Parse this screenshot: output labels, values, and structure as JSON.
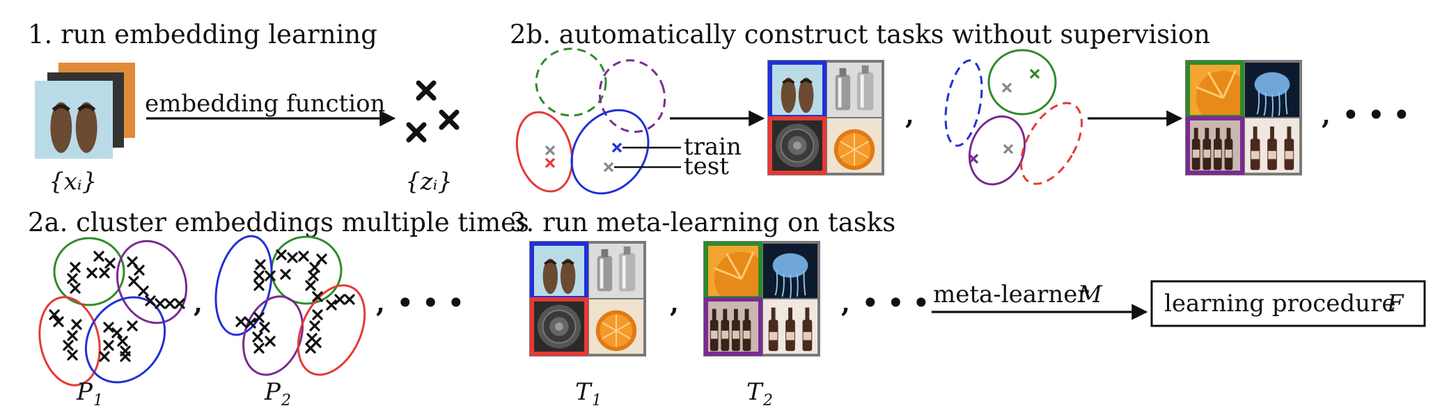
{
  "steps": {
    "step1_title": "1. run embedding learning",
    "step2a_title": "2a. cluster embeddings multiple times",
    "step2b_title": "2b. automatically construct tasks without supervision",
    "step3_title": "3. run meta-learning on tasks"
  },
  "labels": {
    "embedding_function": "embedding function",
    "train": "train",
    "test": "test",
    "meta_learner": "meta-learner",
    "learning_procedure": "learning procedure",
    "separator_comma": ",",
    "separator_ellipsis": "• • •"
  },
  "math": {
    "inputs": "{xᵢ}",
    "embeddings": "{zᵢ}",
    "partition_1": "P",
    "partition_1_sub": "1",
    "partition_2": "P",
    "partition_2_sub": "2",
    "task_1": "T",
    "task_1_sub": "1",
    "task_2": "T",
    "task_2_sub": "2",
    "meta_learner_symbol": "M",
    "procedure_symbol": "F"
  },
  "colors": {
    "red": "#e53a33",
    "blue": "#2030d8",
    "green": "#2f8a2b",
    "purple": "#7a2a92",
    "gray": "#888888",
    "black": "#111111"
  },
  "icons": {
    "image_sandals": "sandals-photo",
    "image_shakers": "cocktail-shakers-photo",
    "image_speaker": "speaker-grille-photo",
    "image_orange": "orange-slice-photo",
    "image_jellyfish": "jellyfish-photo",
    "image_bottles": "beer-bottles-photo",
    "image_bottles_single": "beer-bottle-photo"
  }
}
